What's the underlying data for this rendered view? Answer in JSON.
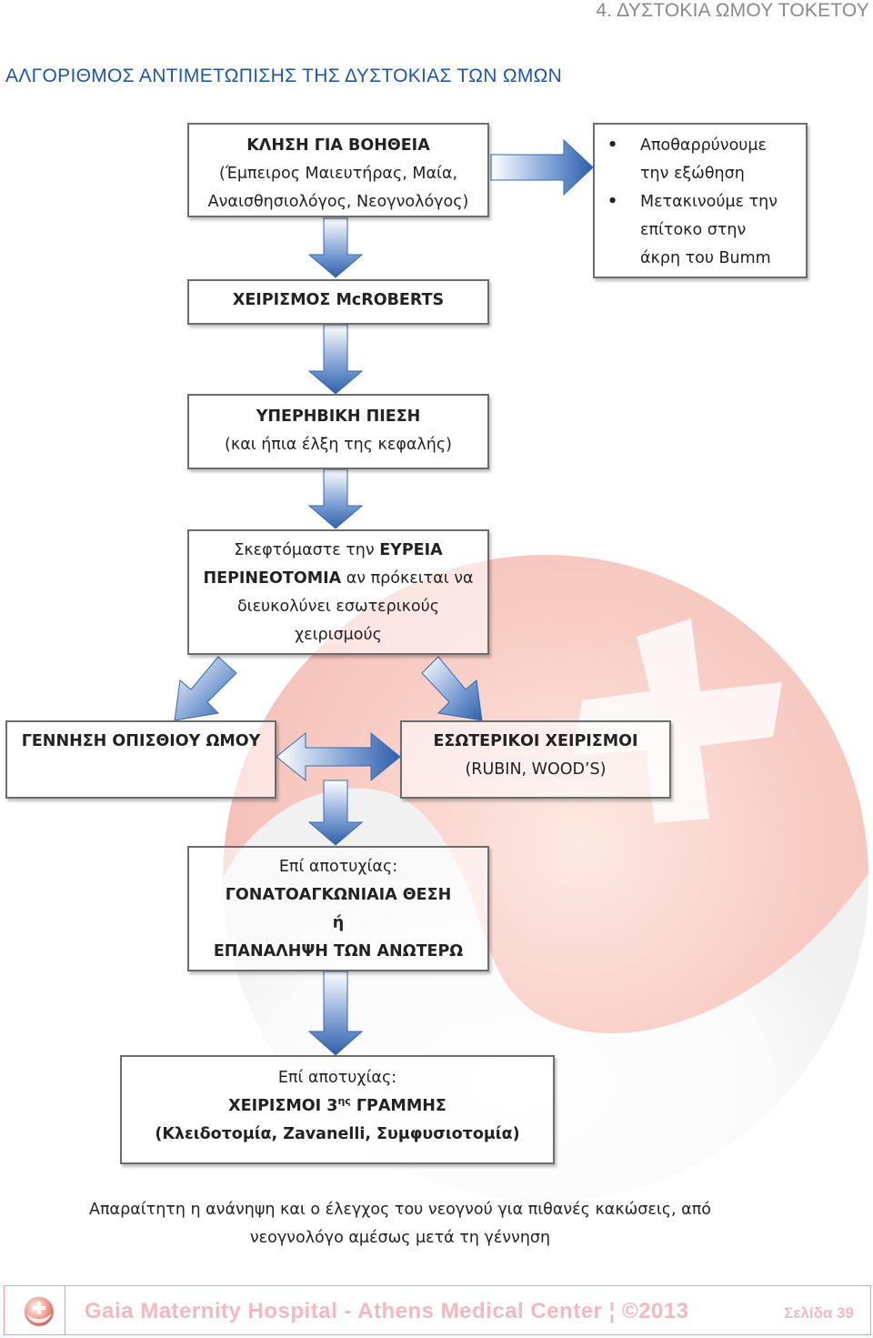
{
  "header": {
    "chapter": "4. ΔΥΣΤΟΚΙΑ ΩΜΟΥ ΤΟΚΕΤΟΥ"
  },
  "title": "ΑΛΓΟΡΙΘΜΟΣ ΑΝΤΙΜΕΤΩΠΙΣΗΣ ΤΗΣ ΔΥΣΤΟΚΙΑΣ ΤΩΝ ΩΜΩΝ",
  "flowchart": {
    "call_help": {
      "line1": "ΚΛΗΣΗ ΓΙΑ ΒΟΗΘΕΙΑ",
      "line2": "(Έμπειρος Μαιευτήρας, Μαία,",
      "line3": "Αναισθησιολόγος, Νεογνολόγος)"
    },
    "advice": {
      "bullet1_line1": "Αποθαρρύνουμε",
      "bullet1_line2": "την εξώθηση",
      "bullet2_line1": "Μετακινούμε την",
      "bullet2_line2": "επίτοκο στην",
      "bullet2_line3": "άκρη του Bumm"
    },
    "mcroberts": "ΧΕΙΡΙΣΜΟΣ McROBERTS",
    "suprapubic": {
      "line1": "ΥΠΕΡΗΒΙΚΗ ΠΙΕΣΗ",
      "line2": "(και ήπια έλξη της κεφαλής)"
    },
    "episiotomy": {
      "l1a": "Σκεφτόμαστε την ",
      "l1b": "ΕΥΡΕΙΑ",
      "l2a": "ΠΕΡΙΝΕΟΤΟΜΙΑ",
      "l2b": " αν πρόκειται να",
      "l3": "διευκολύνει εσωτερικούς",
      "l4": "χειρισμούς"
    },
    "posterior_shoulder": "ΓΕΝΝΗΣΗ ΟΠΙΣΘΙΟΥ ΩΜΟΥ",
    "internal": {
      "line1": "ΕΣΩΤΕΡΙΚΟΙ ΧΕΙΡΙΣΜΟΙ",
      "line2": "(RUBIN, WOOD’S)"
    },
    "failure1": {
      "line1": "Επί αποτυχίας:",
      "line2": "ΓΟΝΑΤΟΑΓΚΩΝΙΑΙΑ ΘΕΣΗ",
      "line3": "ή",
      "line4": "ΕΠΑΝΑΛΗΨΗ ΤΩΝ ΑΝΩΤΕΡΩ"
    },
    "failure2": {
      "line1": "Επί αποτυχίας:",
      "line2a": "ΧΕΙΡΙΣΜΟΙ 3",
      "line2sup": "ης",
      "line2b": " ΓΡΑΜΜΗΣ",
      "line3": "(Κλειδοτομία, Zavanelli, Συμφυσιοτομία)"
    }
  },
  "note": {
    "line1": "Απαραίτητη η ανάνηψη και ο έλεγχος του νεογνού για πιθανές κακώσεις, από",
    "line2": "νεογνολόγο αμέσως μετά τη γέννηση"
  },
  "footer": {
    "text": "Gaia Maternity Hospital - Athens Medical Center ¦ ©2013",
    "page": "Σελίδα 39"
  }
}
